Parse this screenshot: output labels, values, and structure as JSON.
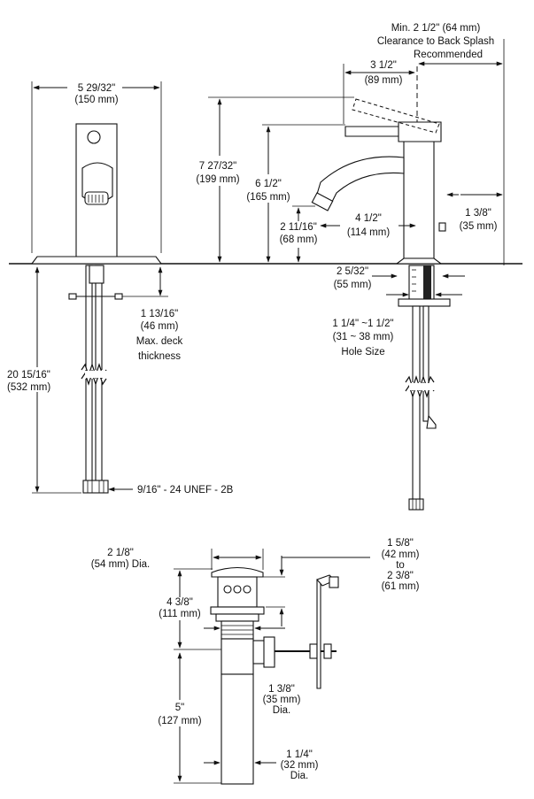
{
  "faucet_front": {
    "width": "5 29/32\"",
    "width_mm": "(150 mm)",
    "supply_length": "20 15/16\"",
    "supply_length_mm": "(532 mm)",
    "deck_thickness": "1 13/16\"",
    "deck_thickness_mm": "(46 mm)",
    "deck_thickness_note_1": "Max. deck",
    "deck_thickness_note_2": "thickness",
    "thread_spec": "9/16\" - 24 UNEF - 2B"
  },
  "faucet_side": {
    "clearance_line_1": "Min. 2 1/2\" (64 mm)",
    "clearance_line_2": "Clearance to Back Splash",
    "clearance_line_3": "Recommended",
    "handle_reach": "3 1/2\"",
    "handle_reach_mm": "(89 mm)",
    "overall_height": "7 27/32\"",
    "overall_height_mm": "(199 mm)",
    "spout_height": "6 1/2\"",
    "spout_height_mm": "(165 mm)",
    "aerator_height": "2 11/16\"",
    "aerator_height_mm": "(68 mm)",
    "spout_reach": "4 1/2\"",
    "spout_reach_mm": "(114 mm)",
    "backsplash_offset": "1 3/8\"",
    "backsplash_offset_mm": "(35 mm)",
    "base_width": "2 5/32\"",
    "base_width_mm": "(55 mm)",
    "hole_size": "1 1/4\" ~1 1/2\"",
    "hole_size_mm": "(31 ~ 38 mm)",
    "hole_size_label": "Hole Size"
  },
  "drain": {
    "flange_dia": "2 1/8\"",
    "flange_dia_mm": "(54 mm) Dia.",
    "deck_range": "1 5/8\"",
    "deck_range_mm_1": "(42 mm)",
    "deck_range_to": "to",
    "deck_range_2": "2 3/8\"",
    "deck_range_mm_2": "(61 mm)",
    "body_height": "4 3/8\"",
    "body_height_mm": "(111 mm)",
    "outlet_dia": "1 3/8\"",
    "outlet_dia_mm": "(35 mm)",
    "outlet_dia_label": "Dia.",
    "tail_length": "5\"",
    "tail_length_mm": "(127 mm)",
    "tail_dia": "1 1/4\"",
    "tail_dia_mm": "(32 mm)",
    "tail_dia_label": "Dia."
  }
}
